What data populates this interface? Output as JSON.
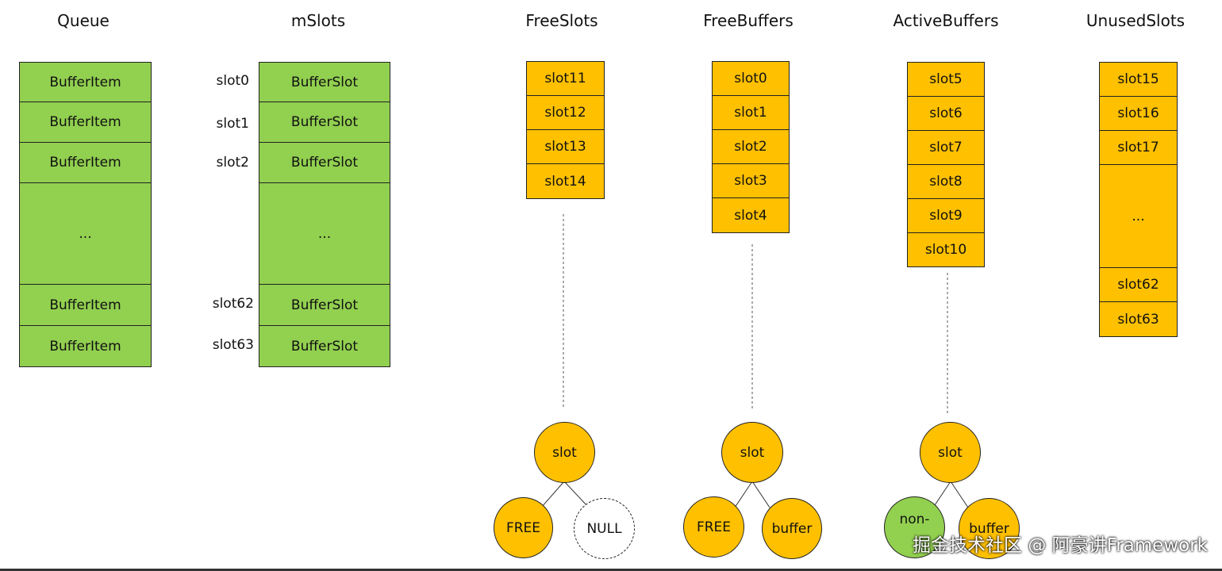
{
  "headers": {
    "queue": "Queue",
    "mslots": "mSlots",
    "freeslots": "FreeSlots",
    "freebuffers": "FreeBuffers",
    "activebuffers": "ActiveBuffers",
    "unusedslots": "UnusedSlots"
  },
  "queue": {
    "items": [
      "BufferItem",
      "BufferItem",
      "BufferItem",
      "...",
      "BufferItem",
      "BufferItem"
    ]
  },
  "mslots": {
    "items": [
      "BufferSlot",
      "BufferSlot",
      "BufferSlot",
      "...",
      "BufferSlot",
      "BufferSlot"
    ],
    "labels": [
      "slot0",
      "slot1",
      "slot2",
      "",
      "slot62",
      "slot63"
    ]
  },
  "freeslots": {
    "items": [
      "slot11",
      "slot12",
      "slot13",
      "slot14"
    ],
    "tree": {
      "root": "slot",
      "left": "FREE",
      "right": "NULL"
    }
  },
  "freebuffers": {
    "items": [
      "slot0",
      "slot1",
      "slot2",
      "slot3",
      "slot4"
    ],
    "tree": {
      "root": "slot",
      "left": "FREE",
      "right": "buffer"
    }
  },
  "activebuffers": {
    "items": [
      "slot5",
      "slot6",
      "slot7",
      "slot8",
      "slot9",
      "slot10"
    ],
    "tree": {
      "root": "slot",
      "left": "non-",
      "right": "buffer"
    }
  },
  "unusedslots": {
    "items": [
      "slot15",
      "slot16",
      "slot17",
      "...",
      "slot62",
      "slot63"
    ]
  },
  "watermark": "掘金技术社区 @ 阿豪讲Framework",
  "colors": {
    "green": "#92d050",
    "orange": "#ffc000",
    "border": "#222222"
  }
}
